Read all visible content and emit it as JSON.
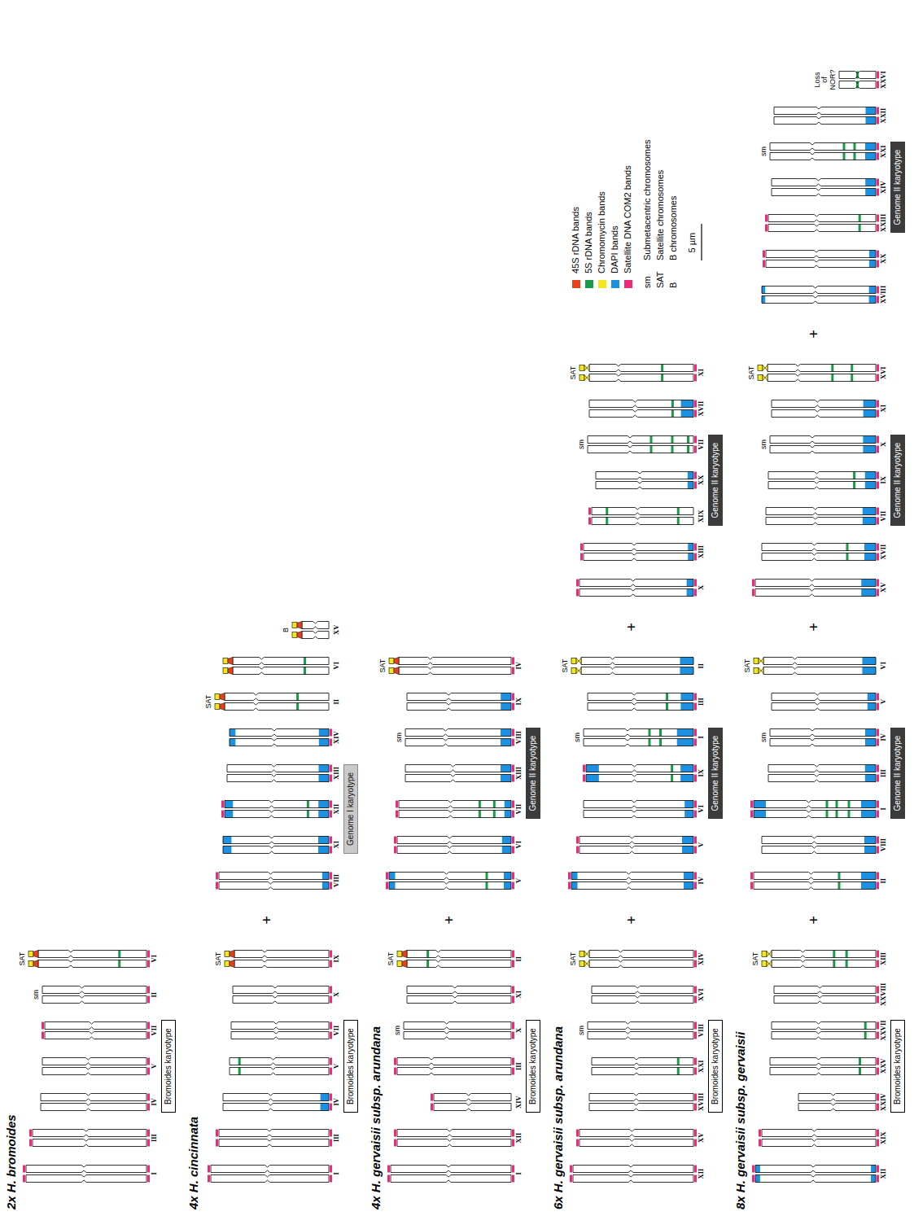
{
  "diagram": {
    "nodes": [
      {
        "text": [
          "Bromoides karyotype"
        ]
      },
      {
        "text": [
          "Bromoides karyotype"
        ]
      },
      {
        "text": [
          "Genome I karyotype"
        ]
      },
      {
        "text": [
          "Bromoides karyotype"
        ]
      },
      {
        "text": [
          "Genome II karyotype"
        ]
      },
      {
        "text": [
          "Bromoides karyotype"
        ]
      },
      {
        "text": [
          "Genome II karyotype"
        ]
      },
      {
        "text": [
          "Genome II karyotype"
        ]
      },
      {
        "text": [
          "Bromoides karyotype"
        ]
      },
      {
        "text": [
          "Genome II karyotype"
        ]
      },
      {
        "text": [
          "Genome II karyotype"
        ]
      },
      {
        "text": [
          "Genome II karyotype"
        ]
      }
    ],
    "labels": [
      "2x H. bromoides",
      "I",
      "III",
      "IV",
      "V",
      "VII",
      "sm",
      "II",
      "SAT",
      "VI",
      "4x H. cincinnata",
      "I",
      "III",
      "IV",
      "V",
      "VII",
      "X",
      "SAT",
      "IX",
      "+",
      "VIII",
      "XI",
      "XII",
      "XIII",
      "XIV",
      "SAT",
      "II",
      "VI",
      "B",
      "XV",
      "4x H. gervaisii subsp. arundana",
      "I",
      "XII",
      "XIV",
      "III",
      "sm",
      "X",
      "XI",
      "SAT",
      "II",
      "+",
      "V",
      "VI",
      "VII",
      "XIII",
      "sm",
      "VIII",
      "IX",
      "SAT",
      "IV",
      "6x H. gervaisii subsp. arundana",
      "XII",
      "XV",
      "XVIII",
      "XXI",
      "sm",
      "VIII",
      "XVI",
      "SAT",
      "XIV",
      "+",
      "IV",
      "V",
      "VI",
      "IX",
      "sm",
      "I",
      "III",
      "SAT",
      "II",
      "+",
      "X",
      "XIII",
      "XIX",
      "XX",
      "sm",
      "VII",
      "XVII",
      "SAT",
      "XI",
      "8x H. gervaisii subsp. gervaisii",
      "XII",
      "XIX",
      "XXIV",
      "XXV",
      "XXVII",
      "XXVIII",
      "SAT",
      "XIII",
      "+",
      "II",
      "VIII",
      "I",
      "III",
      "sm",
      "IV",
      "V",
      "SAT",
      "VI",
      "+",
      "XV",
      "XVII",
      "VII",
      "IX",
      "sm",
      "X",
      "XI",
      "SAT",
      "XVI",
      "+",
      "XVIII",
      "XX",
      "XXIII",
      "XIV",
      "sm",
      "XXI",
      "XXII",
      "XXVI",
      "Loss of NOR?",
      "sm",
      "Submetacentric chromosomes",
      "SAT",
      "Satellite chromosomes",
      "B",
      "B chromosomes",
      "5 µm"
    ],
    "legend": [
      {
        "text": "45S rDNA bands",
        "color": "#e8401c"
      },
      {
        "text": "5S rDNA bands",
        "color": "#1a9b4b"
      },
      {
        "text": "Chromomycin bands",
        "color": "#f4e81c"
      },
      {
        "text": "DAPI bands",
        "color": "#1e90e0"
      },
      {
        "text": "Satellite DNA COM2 bands",
        "color": "#ec2a7a"
      }
    ]
  }
}
